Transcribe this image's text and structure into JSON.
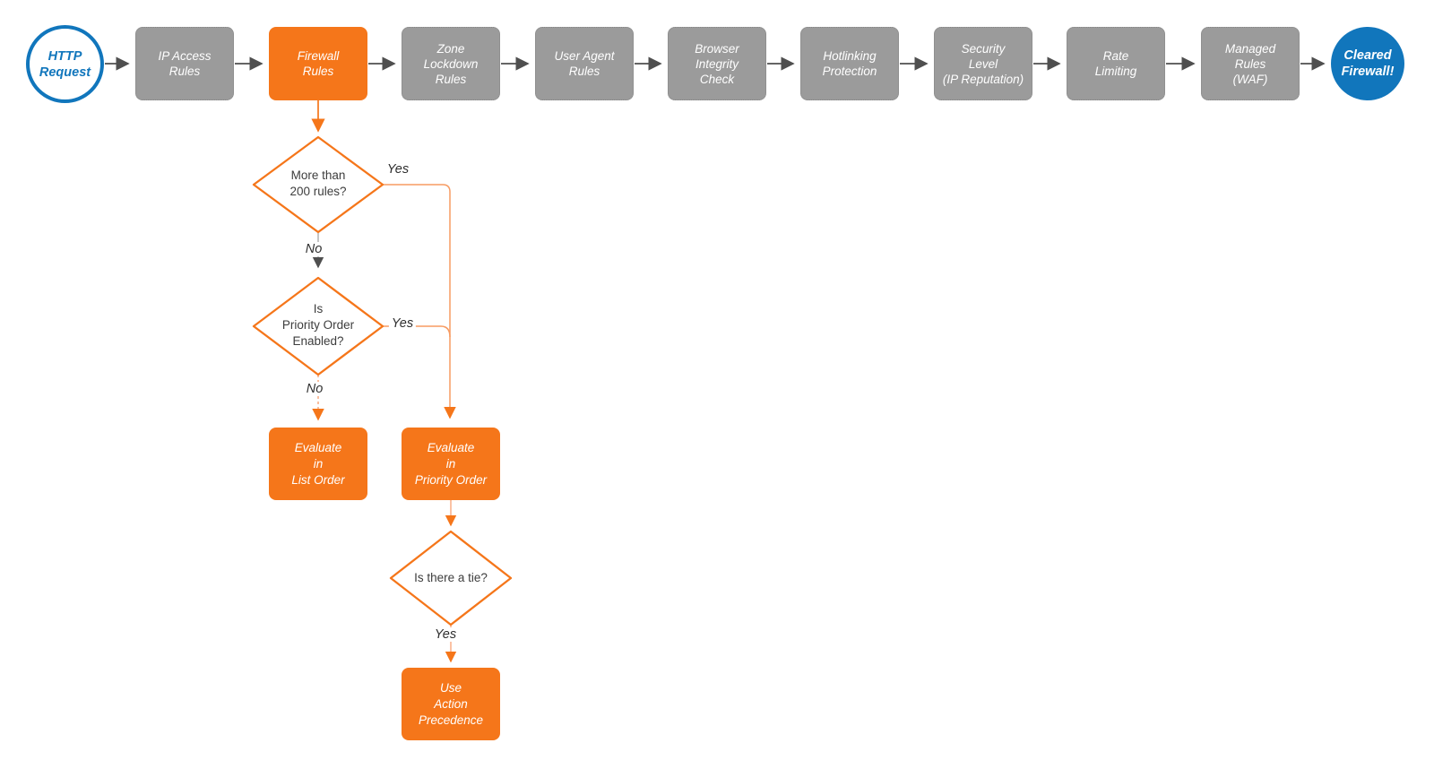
{
  "colors": {
    "orange": "#f5761a",
    "light_orange": "#f79b62",
    "gray_box": "#9b9b9b",
    "blue": "#1176bc",
    "arrow_gray": "#4f4f4f"
  },
  "pipeline": {
    "start": {
      "label": "HTTP\nRequest"
    },
    "stages": [
      {
        "label": "IP Access\nRules",
        "variant": "gray"
      },
      {
        "label": "Firewall\nRules",
        "variant": "orange"
      },
      {
        "label": "Zone\nLockdown\nRules",
        "variant": "gray"
      },
      {
        "label": "User Agent\nRules",
        "variant": "gray"
      },
      {
        "label": "Browser\nIntegrity\nCheck",
        "variant": "gray"
      },
      {
        "label": "Hotlinking\nProtection",
        "variant": "gray"
      },
      {
        "label": "Security\nLevel\n(IP Reputation)",
        "variant": "gray"
      },
      {
        "label": "Rate\nLimiting",
        "variant": "gray"
      },
      {
        "label": "Managed\nRules\n(WAF)",
        "variant": "gray"
      }
    ],
    "end": {
      "label": "Cleared\nFirewall!"
    }
  },
  "decisions": {
    "d1": {
      "question": "More than\n200 rules?",
      "yes": "Yes",
      "no": "No"
    },
    "d2": {
      "question": "Is\nPriority Order\nEnabled?",
      "yes": "Yes",
      "no": "No"
    },
    "d3": {
      "question": "Is there a tie?",
      "yes": "Yes"
    }
  },
  "actions": {
    "list_order": {
      "label": "Evaluate\nin\nList Order"
    },
    "priority_order": {
      "label": "Evaluate\nin\nPriority Order"
    },
    "action_precedence": {
      "label": "Use\nAction\nPrecedence"
    }
  }
}
